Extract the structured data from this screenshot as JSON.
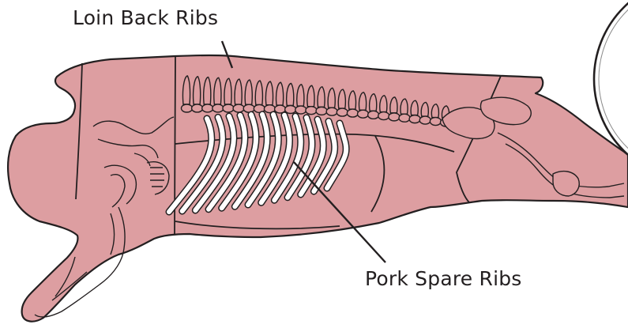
{
  "labels": {
    "loin_back_ribs": "Loin Back Ribs",
    "pork_spare_ribs": "Pork Spare Ribs"
  },
  "colors": {
    "carcass_fill": "#dd9ea1",
    "outline": "#231f20",
    "bone_fill": "#ffffff",
    "background": "#ffffff"
  },
  "spare_rib_count": 13
}
